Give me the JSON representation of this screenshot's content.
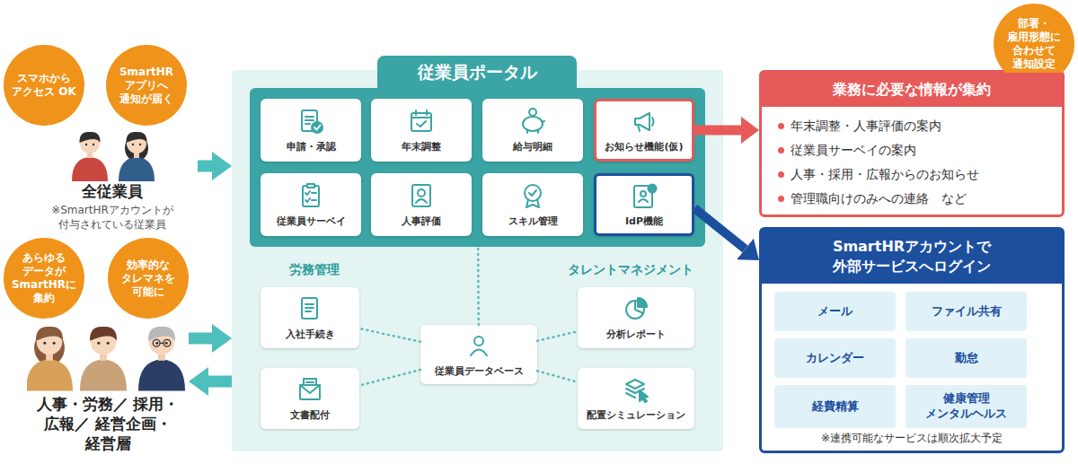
{
  "diagram": {
    "nodes": [
      {
        "text": [
          "スマホから アクセス OK"
        ]
      },
      {
        "text": [
          "SmartHR アプリへ 通知が届く"
        ]
      },
      {
        "text": [
          "全従業員",
          "※SmartHRアカウントが 付与されている従業員"
        ]
      },
      {
        "text": [
          "あらゆる データが SmartHRに 集約"
        ]
      },
      {
        "text": [
          "効率的な タレマネを 可能に"
        ]
      },
      {
        "text": [
          "人事・労務／ 採用・広報／ 経営企画・経営層"
        ]
      },
      {
        "text": [
          "労務管理",
          "タレントマネジメント"
        ]
      },
      {
        "text": [
          "従業員ポータル"
        ],
        "in": 6
      },
      {
        "text": [
          "申請・承認"
        ],
        "in": 7
      },
      {
        "text": [
          "年末調整"
        ],
        "in": 7
      },
      {
        "text": [
          "給与明細"
        ],
        "in": 7
      },
      {
        "text": [
          "お知らせ機能(仮)"
        ],
        "in": 7
      },
      {
        "text": [
          "従業員サーベイ"
        ],
        "in": 7
      },
      {
        "text": [
          "人事評価"
        ],
        "in": 7
      },
      {
        "text": [
          "スキル管理"
        ],
        "in": 7
      },
      {
        "text": [
          "IdP機能"
        ],
        "in": 7
      },
      {
        "text": [
          "入社手続き"
        ],
        "in": 6
      },
      {
        "text": [
          "分析レポート"
        ],
        "in": 6
      },
      {
        "text": [
          "従業員データベース"
        ],
        "in": 6
      },
      {
        "text": [
          "文書配付"
        ],
        "in": 6
      },
      {
        "text": [
          "配置シミュレーション"
        ],
        "in": 6
      },
      {
        "text": [
          "業務に必要な情報が集約",
          "年末調整・人事評価の案内",
          "従業員サーベイの案内",
          "人事・採用・広報からのお知らせ",
          "管理職向けのみへの連絡　など"
        ]
      },
      {
        "text": [
          "部署・ 雇用形態に 合わせて 通知設定"
        ]
      },
      {
        "text": [
          "SmartHRアカウントで 外部サービスへログイン",
          "※連携可能なサービスは順次拡大予定"
        ]
      },
      {
        "text": [
          "メール"
        ],
        "in": 23
      },
      {
        "text": [
          "ファイル共有"
        ],
        "in": 23
      },
      {
        "text": [
          "カレンダー"
        ],
        "in": 23
      },
      {
        "text": [
          "勤怠"
        ],
        "in": 23
      },
      {
        "text": [
          "経費精算"
        ],
        "in": 23
      },
      {
        "text": [
          "健康管理 メンタルヘルス"
        ],
        "in": 23
      }
    ],
    "edges": [
      {
        "from": 2,
        "to": 6,
        "arrow": "to"
      },
      {
        "from": 5,
        "to": 6,
        "arrow": "to"
      },
      {
        "from": 6,
        "to": 5,
        "arrow": "to"
      },
      {
        "from": 11,
        "to": 21,
        "arrow": "to"
      },
      {
        "from": 15,
        "to": 23,
        "arrow": "to"
      },
      {
        "from": 18,
        "to": 7,
        "arrow": "none"
      },
      {
        "from": 18,
        "to": 16,
        "arrow": "none"
      },
      {
        "from": 18,
        "to": 17,
        "arrow": "none"
      },
      {
        "from": 18,
        "to": 19,
        "arrow": "none"
      },
      {
        "from": 18,
        "to": 20,
        "arrow": "none"
      }
    ]
  }
}
